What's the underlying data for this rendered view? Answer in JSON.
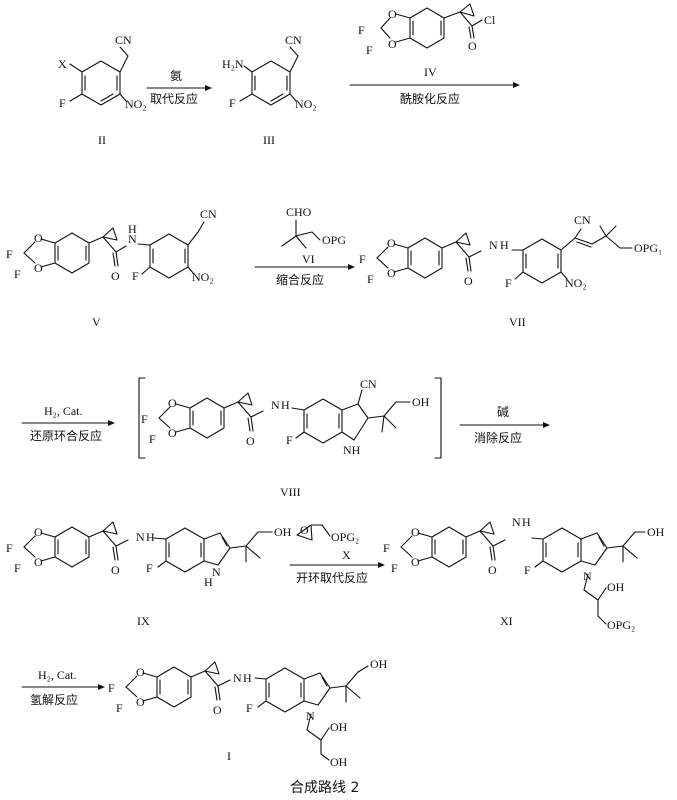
{
  "caption": "合成路线 2",
  "compounds": {
    "II": "II",
    "III": "III",
    "IV": "IV",
    "V": "V",
    "VI": "VI",
    "VII": "VII",
    "VIII": "VIII",
    "IX": "IX",
    "X": "X",
    "XI": "XI",
    "I": "I"
  },
  "steps": {
    "s1_top": "氨",
    "s1_bottom": "取代反应",
    "s2_bottom": "酰胺化反应",
    "s3_bottom": "缩合反应",
    "s4_top": "H₂, Cat.",
    "s4_bottom": "还原环合反应",
    "s5_top": "碱",
    "s5_bottom": "消除反应",
    "s6_bottom": "开环取代反应",
    "s7_top": "H₂, Cat.",
    "s7_bottom": "氢解反应"
  },
  "atoms": {
    "X": "X",
    "F": "F",
    "CN": "CN",
    "NO2": "NO₂",
    "H2N": "H₂N",
    "O": "O",
    "Cl": "Cl",
    "N": "N",
    "H": "H",
    "NH": "NH",
    "OH": "OH",
    "CHO": "CHO",
    "OPG": "OPG",
    "OPG1": "OPG₁",
    "OPG2": "OPG₂"
  }
}
